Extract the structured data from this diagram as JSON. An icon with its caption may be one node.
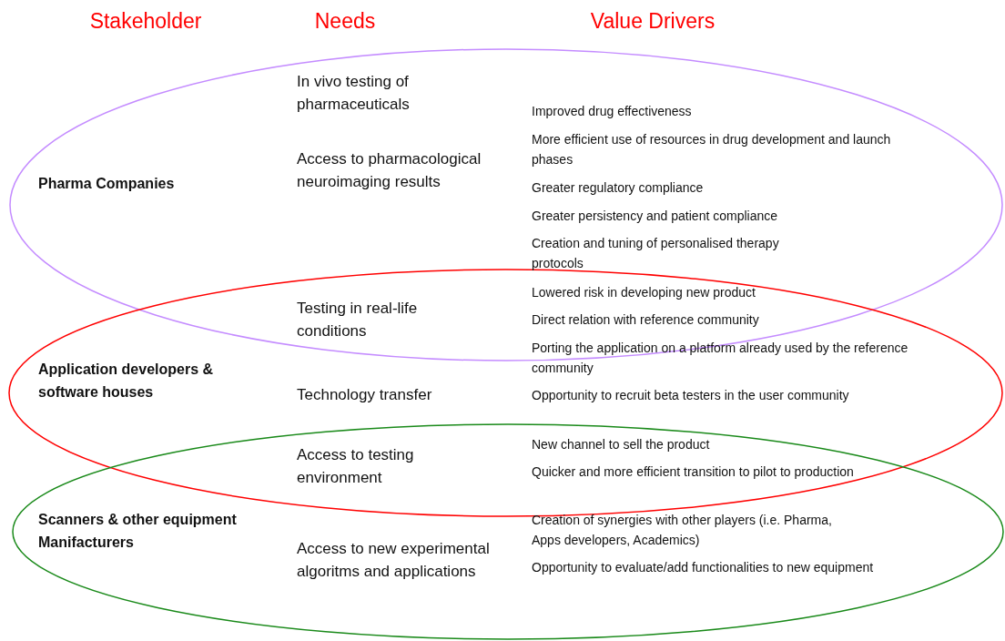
{
  "diagram": {
    "nodes": [
      {
        "text": [
          "Pharma Companies",
          "In vivo testing of pharmaceuticals",
          "Access to pharmacological neuroimaging results",
          "Improved drug effectiveness",
          "More efficient use of resources in drug development and launch phases",
          "Greater regulatory compliance",
          "Greater persistency and patient compliance",
          "Creation and tuning of personalised therapy protocols"
        ]
      },
      {
        "text": [
          "Application developers & software houses",
          "Testing in real-life conditions",
          "Technology transfer",
          "Lowered risk in developing new product",
          "Direct relation with reference community",
          "Porting the application on a platform already used by the reference community",
          "Opportunity to recruit beta testers in the user community"
        ]
      },
      {
        "text": [
          "Scanners & other equipment Manifacturers",
          "Access to testing environment",
          "Access to new experimental algoritms and applications",
          "New channel to sell the product",
          "Quicker and more efficient transition to pilot to production",
          "Creation of synergies with other players (i.e. Pharma, Apps developers, Academics)",
          "Opportunity to evaluate/add functionalities to new equipment"
        ]
      }
    ],
    "labels": [
      "Stakeholder",
      "Needs",
      "Value Drivers"
    ]
  }
}
